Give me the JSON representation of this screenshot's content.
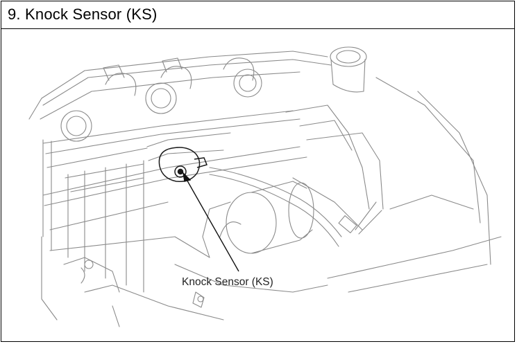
{
  "page": {
    "title": "9. Knock Sensor (KS)"
  },
  "figure": {
    "callout_label": "Knock Sensor (KS)",
    "callout_target": "knock sensor on engine block"
  }
}
